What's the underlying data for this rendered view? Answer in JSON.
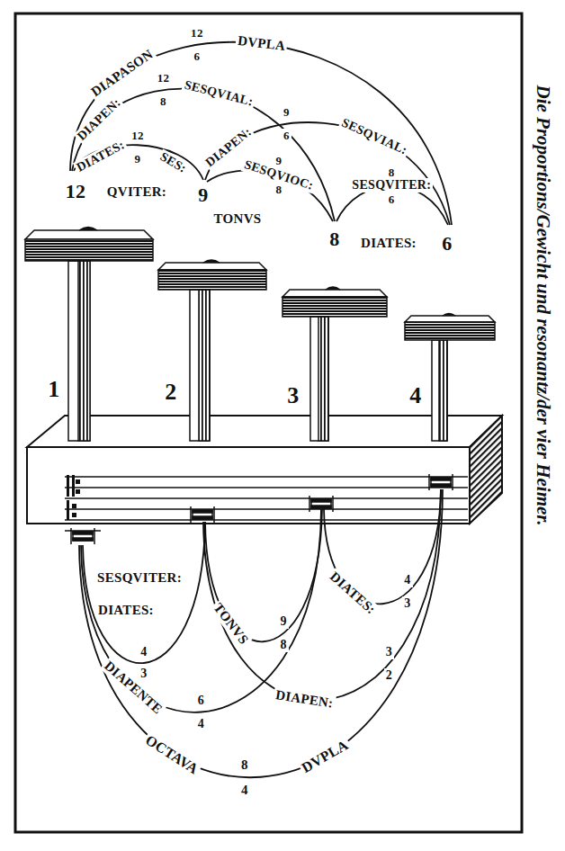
{
  "diagram": {
    "caption": "Die Proportions/Gewicht und resonantz/der vier Heimer.",
    "labels": [
      "DIAPASON",
      "12",
      "6",
      "DVPLA",
      "DIAPEN:",
      "12",
      "8",
      "SESQVIAL:",
      "DIATES:",
      "12",
      "9",
      "SES:",
      "DIAPEN:",
      "9",
      "6",
      "SESQVIAL:",
      "SESQVIOC:",
      "9",
      "8",
      "8",
      "SESQVITER:",
      "6",
      "12",
      "QVITER:",
      "9",
      "TONVS",
      "8",
      "DIATES:",
      "6",
      "1",
      "2",
      "3",
      "4",
      "SESQVITER:",
      "DIATES:",
      "4",
      "3",
      "TONVS",
      "9",
      "8",
      "DIATES:",
      "4",
      "3",
      "DIAPENTE",
      "6",
      "4",
      "DIAPEN:",
      "3",
      "2",
      "OCTAVA",
      "8",
      "4",
      "DVPLA"
    ]
  }
}
